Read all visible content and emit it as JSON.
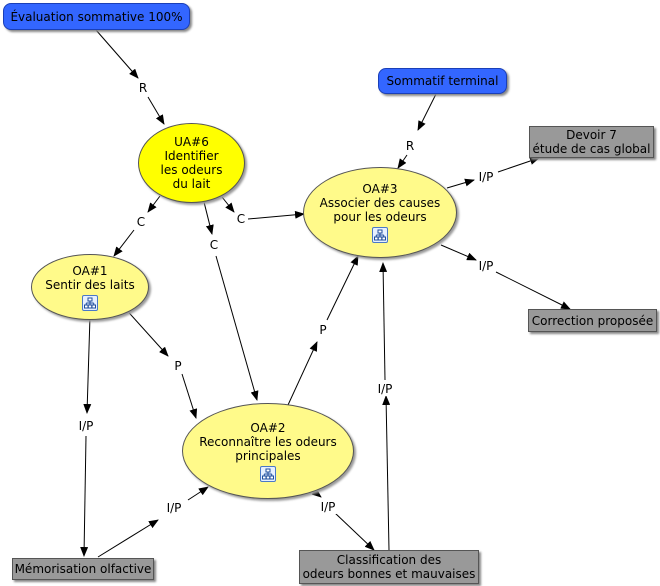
{
  "nodes": {
    "eval": "Évaluation sommative 100%",
    "terminal": "Sommatif terminal",
    "devoir": "Devoir 7\nétude de cas global",
    "correction": "Correction proposée",
    "memo": "Mémorisation olfactive",
    "classif": "Classification des\nodeurs bonnes et mauvaises",
    "ua6": "UA#6\nIdentifier\nles odeurs\ndu lait",
    "oa1": "OA#1\nSentir des laits",
    "oa2": "OA#2\nReconnaître les odeurs\nprincipales",
    "oa3": "OA#3\nAssocier des causes\npour les odeurs"
  },
  "links": {
    "r1": "R",
    "r2": "R",
    "c1": "C",
    "c2": "C",
    "c3": "C",
    "p1": "P",
    "p2": "P",
    "ip1": "I/P",
    "ip2": "I/P",
    "ip3": "I/P",
    "ip4": "I/P",
    "ip5": "I/P",
    "ip6": "I/P"
  },
  "icons": {
    "submap": "hierarchy-icon"
  },
  "colors": {
    "blue_node": "#3366ff",
    "gray_node": "#999999",
    "oval": "#fffa8a",
    "oval_strong": "#ffff00"
  }
}
